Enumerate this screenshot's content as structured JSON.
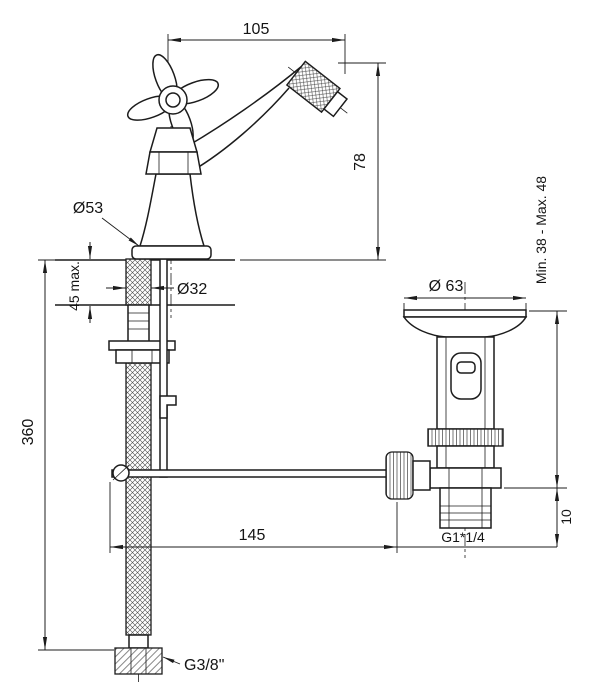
{
  "drawing": {
    "labels": {
      "spout_reach": "105",
      "spout_height": "78",
      "base_diameter": "Ø53",
      "shank_diameter": "Ø32",
      "max_deck_thickness": "45 max.",
      "hose_length": "360",
      "popup_rod_reach": "145",
      "supply_thread": "G3/8\"",
      "waste_flange_diameter": "Ø 63",
      "waste_mounting_range": "Min. 38 - Max. 48",
      "waste_thread": "G1*1/4",
      "waste_tail_height": "10"
    }
  }
}
